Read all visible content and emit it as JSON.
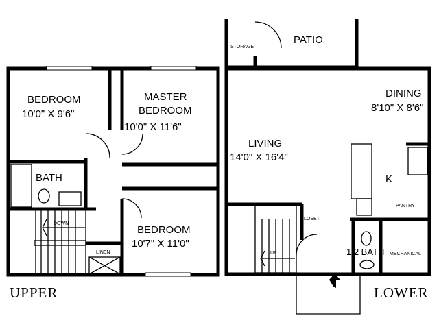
{
  "upper": {
    "title": "UPPER",
    "bedroom1": {
      "name": "BEDROOM",
      "size": "10'0\" X 9'6\""
    },
    "master": {
      "name1": "MASTER",
      "name2": "BEDROOM",
      "size": "10'0\" X 11'6\""
    },
    "bath": "BATH",
    "stairs": "DOWN",
    "linen": "LINEN",
    "bedroom2": {
      "name": "BEDROOM",
      "size": "10'7\" X 11'0\""
    }
  },
  "lower": {
    "title": "LOWER",
    "storage": "STORAGE",
    "patio": "PATIO",
    "dining": {
      "name": "DINING",
      "size": "8'10\" X 8'6\""
    },
    "living": {
      "name": "LIVING",
      "size": "14'0\" X 16'4\""
    },
    "kitchen": "K",
    "pantry": "PANTRY",
    "closet": "CLOSET",
    "stairs": "UP",
    "half_bath": "1/2 BATH",
    "mechanical": "MECHANICAL"
  }
}
